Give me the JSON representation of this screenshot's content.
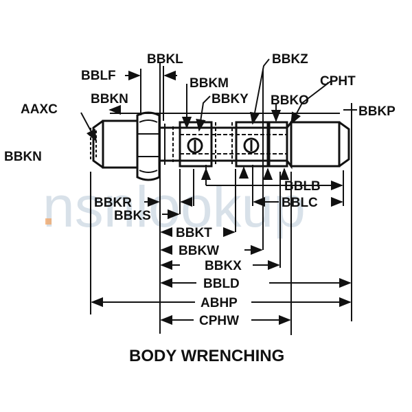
{
  "watermark": "nsnlookup",
  "caption": "BODY WRENCHING",
  "labels": {
    "bbkl": "BBKL",
    "bbkz": "BBKZ",
    "bblf": "BBLF",
    "bbkm": "BBKM",
    "cpht": "CPHT",
    "bbkn_top": "BBKN",
    "bbky": "BBKY",
    "bbko": "BBKO",
    "aaxc": "AAXC",
    "bbkp": "BBKP",
    "bbkn_left": "BBKN",
    "bblb": "BBLB",
    "bbkr": "BBKR",
    "bblc": "BBLC",
    "bbks": "BBKS",
    "bbkt": "BBKT",
    "bbkw": "BBKW",
    "bbkx": "BBKX",
    "bbld": "BBLD",
    "abhp": "ABHP",
    "cphw": "CPHW"
  }
}
